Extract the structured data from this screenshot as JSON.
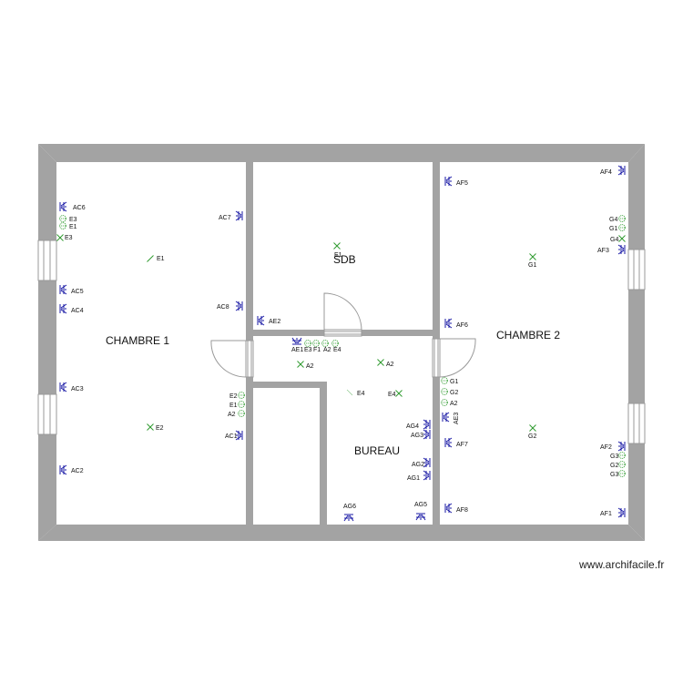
{
  "rooms": {
    "chambre1": "CHAMBRE 1",
    "sdb": "SDB",
    "chambre2": "CHAMBRE 2",
    "bureau": "BUREAU"
  },
  "watermark": "www.archifacile.fr",
  "symbol_kinds": {
    "RJ45": "blue-network-socket-icon",
    "PC": "green-power-outlet-icon",
    "PT": "green-light-point-icon",
    "INT": "green-switch-icon"
  },
  "colors": {
    "wall": "#a3a3a3",
    "network": "#1a1aa6",
    "electric": "#2e9a2e",
    "door": "#999999"
  },
  "labels": {
    "ac6": "AC6",
    "ac5": "AC5",
    "ac4": "AC4",
    "ac3": "AC3",
    "ac2": "AC2",
    "ac7": "AC7",
    "ac8": "AC8",
    "ac1": "AC1",
    "e3a": "E3",
    "e1a": "E1",
    "e3b": "E3",
    "e1b": "E1",
    "e2b": "E2",
    "ae2": "AE2",
    "e1sdb": "E1",
    "ae1": "AE1",
    "e3c": "E3",
    "f1": "F1",
    "a2a": "A2",
    "e4a": "E4",
    "e2c": "E2",
    "e1c": "E1",
    "a2c": "A2",
    "a2b": "A2",
    "a2d": "A2",
    "e4b": "E4",
    "e4c": "E4",
    "g1a": "G1",
    "g2a": "G2",
    "a2e": "A2",
    "ae3": "AE3",
    "ag4": "AG4",
    "ag3": "AG3",
    "ag2": "AG2",
    "ag1": "AG1",
    "ag6": "AG6",
    "ag5": "AG5",
    "af5": "AF5",
    "af6": "AF6",
    "af7": "AF7",
    "af8": "AF8",
    "af4": "AF4",
    "af3": "AF3",
    "af2": "AF2",
    "af1": "AF1",
    "g4a": "G4",
    "g1b": "G1",
    "g4b": "G4",
    "g1c": "G1",
    "g2c": "G2",
    "g3a": "G3",
    "g2d": "G2",
    "g3b": "G3"
  }
}
